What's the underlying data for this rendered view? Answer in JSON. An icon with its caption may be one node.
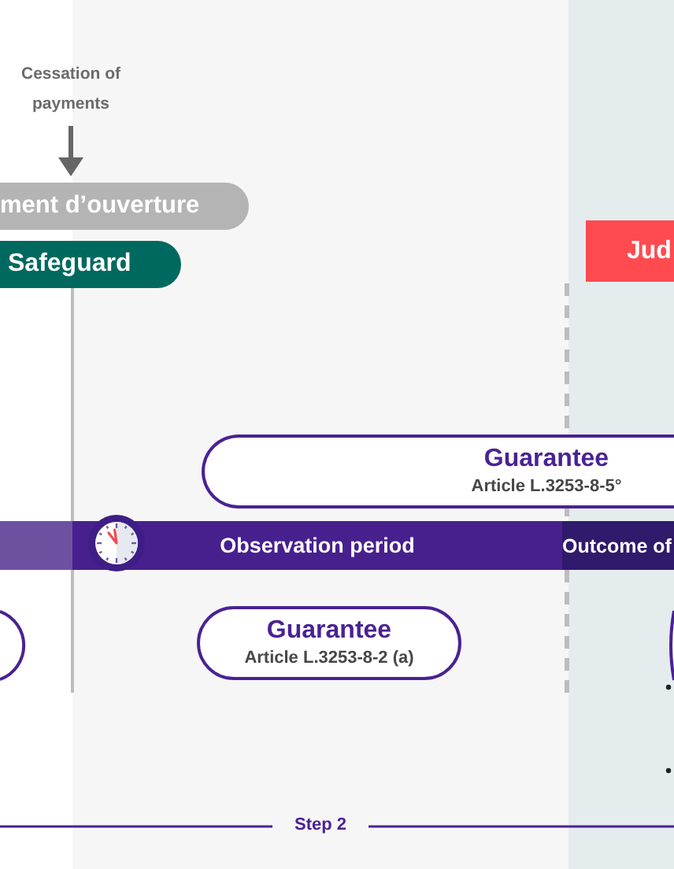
{
  "diagram": {
    "nodes": [
      {
        "text": [
          "Cessation of payments"
        ]
      },
      {
        "text": [
          "ment d’ouverture"
        ]
      },
      {
        "text": [
          "Safeguard"
        ]
      },
      {
        "text": [
          "Jud"
        ]
      },
      {
        "text": [
          "Guarantee",
          "Article L.3253-8-5°"
        ]
      },
      {
        "text": [],
        "shape": "bar"
      },
      {
        "text": [
          "Observation period"
        ]
      },
      {
        "text": [
          "Outcome of"
        ]
      },
      {
        "text": [],
        "shape": "box"
      },
      {
        "text": [
          "Guarantee",
          "Article L.3253-8-2 (a)"
        ]
      },
      {
        "text": [],
        "shape": "box"
      }
    ],
    "edges": [
      {
        "from": 0,
        "to": 1,
        "arrow": "to"
      }
    ],
    "labels": [
      "Step 2"
    ]
  }
}
